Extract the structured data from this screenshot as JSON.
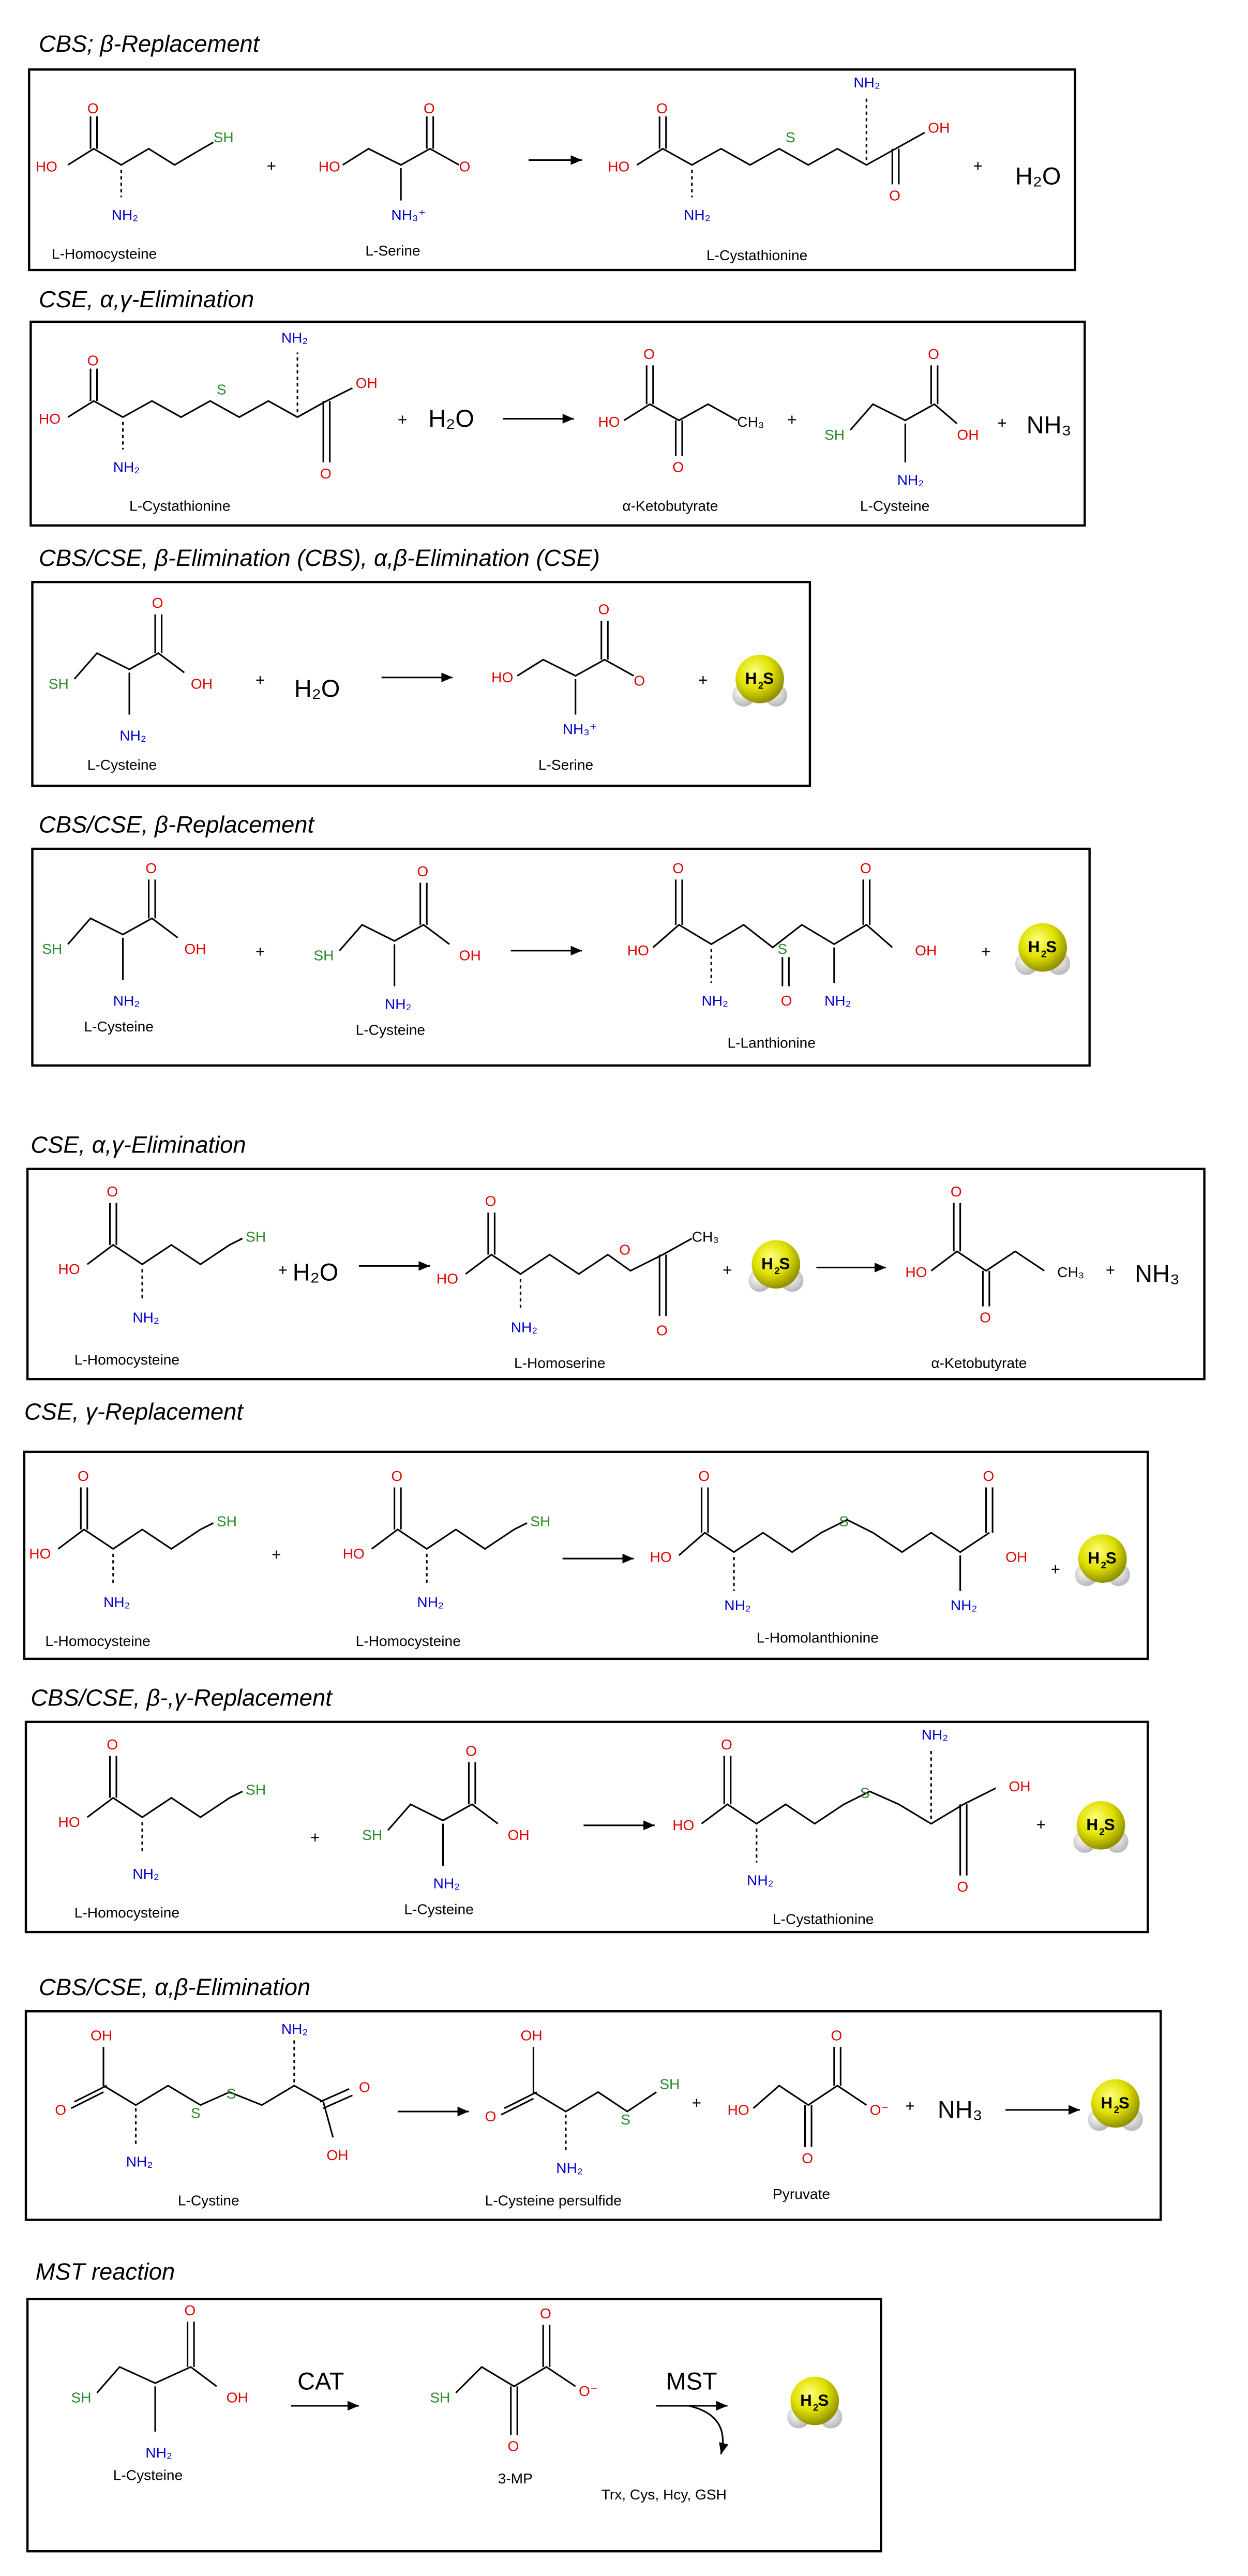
{
  "reactions": [
    {
      "title": "CBS; β-Replacement",
      "labels": [
        "L-Homocysteine",
        "L-Serine",
        "L-Cystathionine"
      ],
      "extra": [
        "H₂O"
      ]
    },
    {
      "title": "CSE, α,γ-Elimination",
      "labels": [
        "L-Cystathionine",
        "α-Ketobutyrate",
        "L-Cysteine"
      ],
      "extra": [
        "H₂O",
        "NH₃"
      ]
    },
    {
      "title": "CBS/CSE, β-Elimination (CBS), α,β-Elimination (CSE)",
      "labels": [
        "L-Cysteine",
        "L-Serine"
      ],
      "extra": [
        "H₂O"
      ]
    },
    {
      "title": "CBS/CSE, β-Replacement",
      "labels": [
        "L-Cysteine",
        "L-Cysteine",
        "L-Lanthionine"
      ],
      "extra": []
    },
    {
      "title": "CSE, α,γ-Elimination",
      "labels": [
        "L-Homocysteine",
        "L-Homoserine",
        "α-Ketobutyrate"
      ],
      "extra": [
        "H₂O",
        "NH₃"
      ]
    },
    {
      "title": "CSE, γ-Replacement",
      "labels": [
        "L-Homocysteine",
        "L-Homocysteine",
        "L-Homolanthionine"
      ],
      "extra": []
    },
    {
      "title": "CBS/CSE, β-,γ-Replacement",
      "labels": [
        "L-Homocysteine",
        "L-Cysteine",
        "L-Cystathionine"
      ],
      "extra": []
    },
    {
      "title": "CBS/CSE, α,β-Elimination",
      "labels": [
        "L-Cystine",
        "L-Cysteine persulfide",
        "Pyruvate"
      ],
      "extra": [
        "NH₃"
      ]
    },
    {
      "title": "MST reaction",
      "labels": [
        "L-Cysteine",
        "3-MP"
      ],
      "extra": [
        "CAT",
        "MST",
        "Trx, Cys, Hcy, GSH"
      ]
    }
  ],
  "atoms": {
    "oh": "OH",
    "ho": "HO",
    "o": "O",
    "o_minus": "O⁻",
    "nh2": "NH₂",
    "nh3plus": "NH₃⁺",
    "sh": "SH",
    "s": "S",
    "ch3": "CH₃"
  },
  "h2s": {
    "h": "H",
    "sub": "2",
    "s": "S"
  },
  "colors": {
    "oxygen": "#e00000",
    "nitrogen": "#0000cc",
    "sulfur": "#2a8a2a",
    "h2s_ball": "#d8d800",
    "box": "#000000"
  }
}
